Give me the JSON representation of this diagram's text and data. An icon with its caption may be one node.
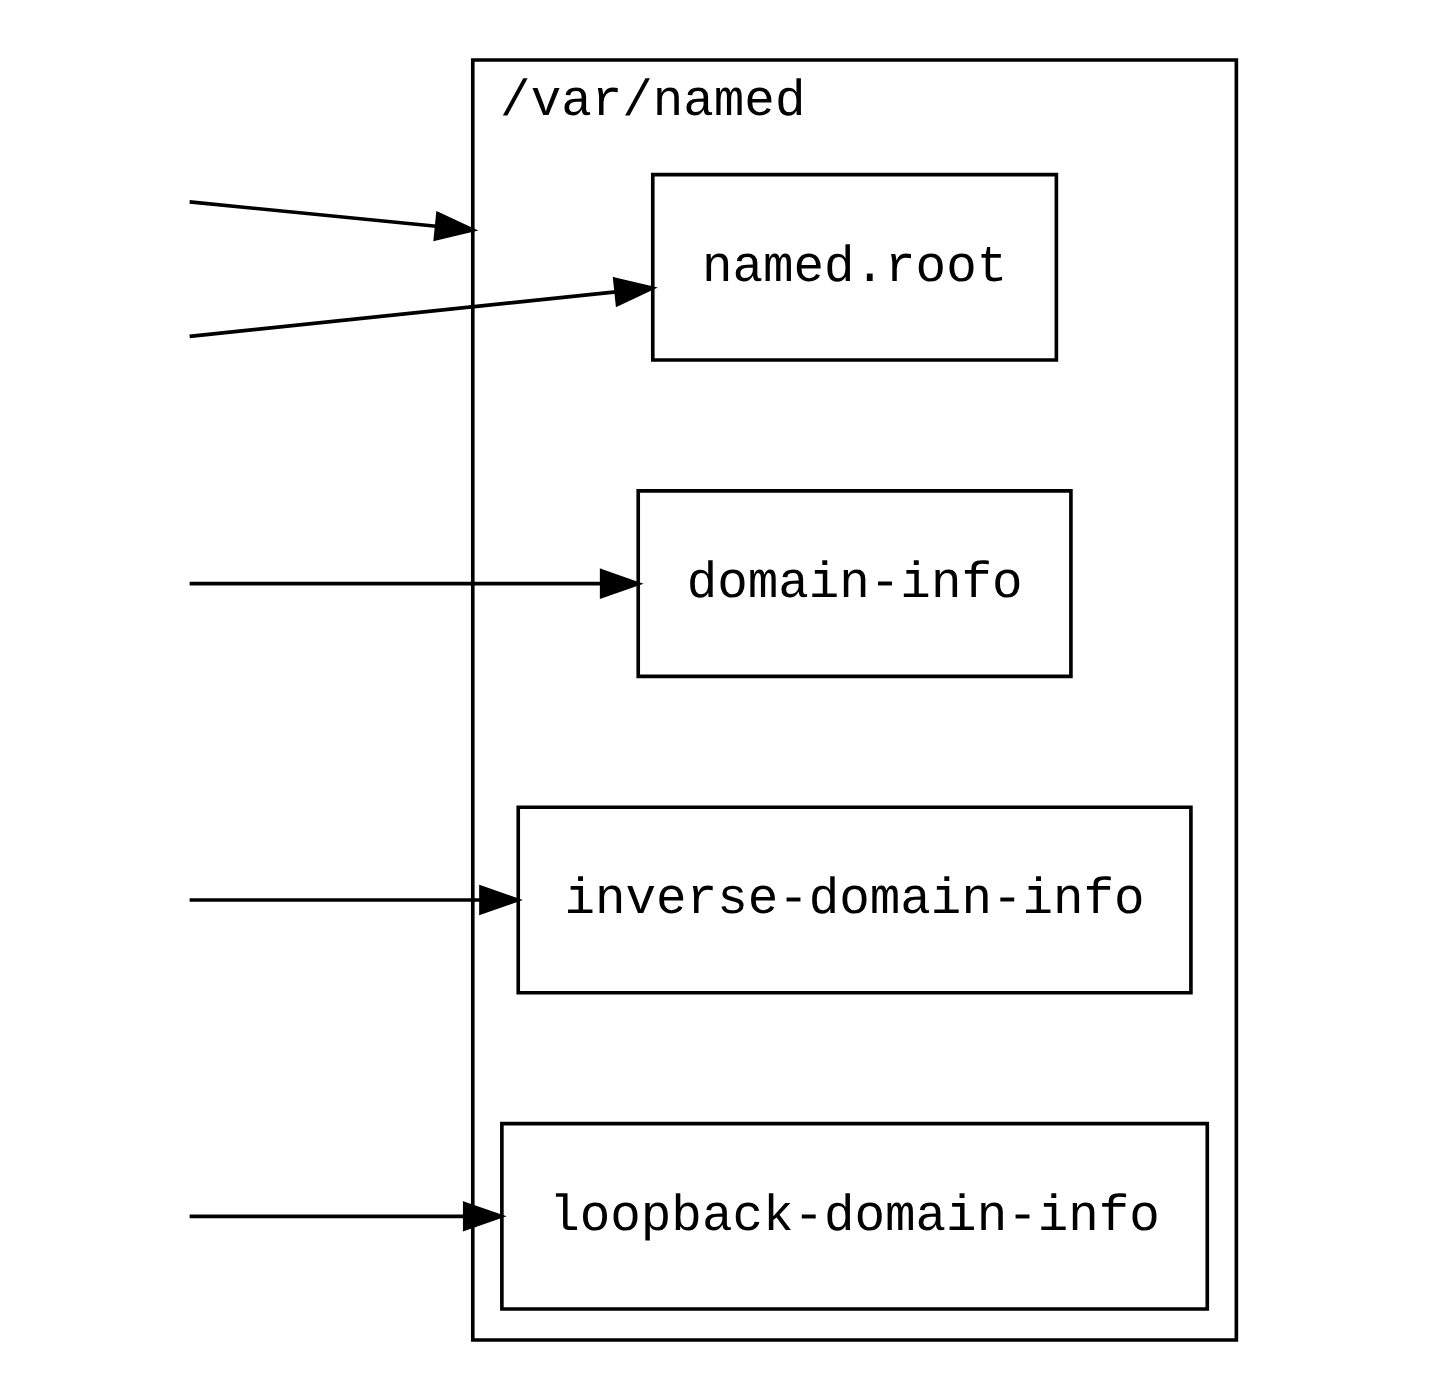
{
  "diagram": {
    "nodes": [
      {
        "text": [
          "/var/named"
        ]
      },
      {
        "text": [
          "named.root"
        ],
        "in": 0
      },
      {
        "text": [
          "domain-info"
        ],
        "in": 0
      },
      {
        "text": [
          "inverse-domain-info"
        ],
        "in": 0
      },
      {
        "text": [
          "loopback-domain-info"
        ],
        "in": 0
      }
    ],
    "edges": [
      {
        "from": null,
        "to": 0,
        "arrow": "to"
      },
      {
        "from": null,
        "to": 1,
        "arrow": "to"
      },
      {
        "from": null,
        "to": 2,
        "arrow": "to"
      },
      {
        "from": null,
        "to": 3,
        "arrow": "to"
      },
      {
        "from": null,
        "to": 4,
        "arrow": "to"
      }
    ]
  }
}
